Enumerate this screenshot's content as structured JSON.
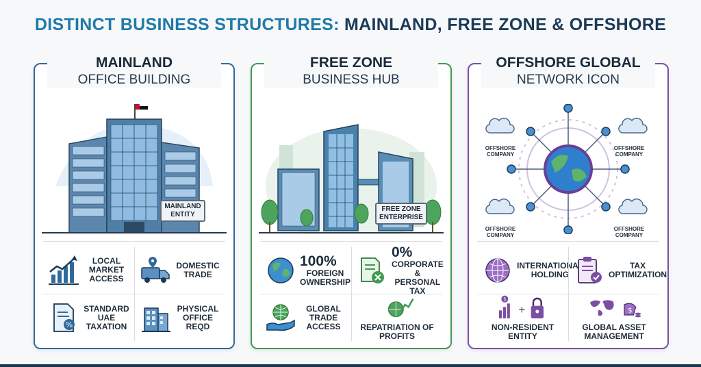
{
  "title": {
    "part1": "DISTINCT BUSINESS STRUCTURES:",
    "part2": "MAINLAND, FREE ZONE & OFFSHORE"
  },
  "colors": {
    "mainland": "#2f6a9b",
    "freezone": "#3f9a52",
    "offshore": "#7c4ea3"
  },
  "mainland": {
    "heading": "MAINLAND",
    "subheading": "OFFICE BUILDING",
    "sign": "MAINLAND ENTITY",
    "features": [
      {
        "icon": "bar-chart-trend-icon",
        "label": "LOCAL MARKET ACCESS"
      },
      {
        "icon": "delivery-truck-icon",
        "label": "DOMESTIC TRADE"
      },
      {
        "icon": "tax-document-icon",
        "label": "STANDARD UAE TAXATION"
      },
      {
        "icon": "office-building-icon",
        "label": "PHYSICAL OFFICE REQD"
      }
    ]
  },
  "freezone": {
    "heading": "FREE ZONE",
    "subheading": "BUSINESS HUB",
    "sign": "FREE ZONE ENTERPRISE",
    "features": [
      {
        "icon": "globe-icon",
        "big": "100%",
        "label": "FOREIGN OWNERSHIP"
      },
      {
        "icon": "tax-exempt-icon",
        "big": "0%",
        "label": "CORPORATE & PERSONAL TAX"
      },
      {
        "icon": "globe-hand-icon",
        "label": "GLOBAL TRADE ACCESS"
      },
      {
        "icon": "globe-profit-arrows-icon",
        "label": "REPATRIATION OF PROFITS"
      }
    ]
  },
  "offshore": {
    "heading": "OFFSHORE GLOBAL",
    "subheading": "NETWORK ICON",
    "network_labels": [
      "OFFSHORE COMPANY",
      "OFFSHORE COMPANY",
      "OFFSHORE COMPANY",
      "OFFSHORE COMPANY"
    ],
    "features": [
      {
        "icon": "globe-icon",
        "label": "INTERNATIONAL HOLDING"
      },
      {
        "icon": "tax-clipboard-icon",
        "label": "TAX OPTIMIZATION"
      },
      {
        "icon": "money-lock-icon",
        "label": "NON-RESIDENT ENTITY"
      },
      {
        "icon": "world-map-money-icon",
        "label": "GLOBAL ASSET MANAGEMENT"
      }
    ]
  }
}
